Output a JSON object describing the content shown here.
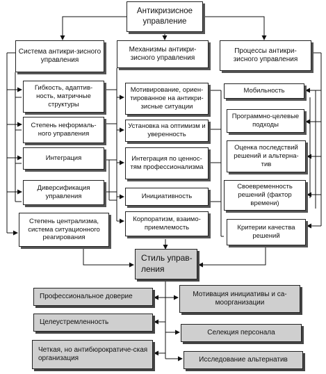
{
  "root": "Антикризисное управление",
  "col_system": {
    "header": "Система антикри-зисного управления",
    "items": [
      "Гибкость, адаптив-ность, матричные структуры",
      "Степень неформаль-ного управления",
      "Интеграция",
      "Диверсификация управления",
      "Степень централизма, система ситуационного реагирования"
    ]
  },
  "col_mechanisms": {
    "header": "Механизмы антикри-зисного управления",
    "items": [
      "Мотивирование, ориен-тированное на антикри-зисные ситуации",
      "Установка на оптимизм и уверенность",
      "Интеграция по ценнос-тям профессионализма",
      "Инициативность",
      "Корпоратизм, взаимо-приемлемость"
    ]
  },
  "col_processes": {
    "header": "Процессы антикри-зисного управления",
    "items": [
      "Мобильность",
      "Программно-целевые подходы",
      "Оценка последствий решений и альтерна-тив",
      "Своевременность решений (фактор времени)",
      "Критерии качества решений"
    ]
  },
  "style": "Стиль управ-ления",
  "style_left": [
    "Профессиональное доверие",
    "Целеустремленность",
    "Четкая, но антибюрократиче-ская организация"
  ],
  "style_right": [
    "Мотивация инициативы и са-моорганизации",
    "Селекция персонала",
    "Исследование альтернатив"
  ]
}
